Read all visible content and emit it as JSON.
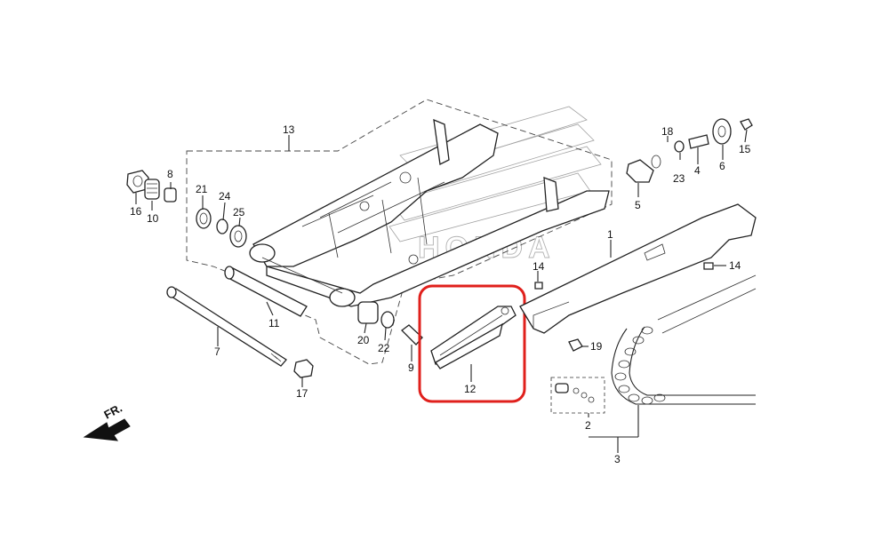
{
  "diagram": {
    "watermark": "HONDA",
    "direction_label": "FR.",
    "highlight_color": "#e0201c",
    "part_numbers": {
      "p1": "1",
      "p2": "2",
      "p3": "3",
      "p4": "4",
      "p5": "5",
      "p6": "6",
      "p7": "7",
      "p8": "8",
      "p9": "9",
      "p10": "10",
      "p11": "11",
      "p12": "12",
      "p13": "13",
      "p14a": "14",
      "p14b": "14",
      "p15": "15",
      "p16": "16",
      "p17": "17",
      "p18": "18",
      "p19": "19",
      "p20": "20",
      "p21": "21",
      "p22": "22",
      "p23": "23",
      "p24": "24",
      "p25": "25"
    }
  }
}
